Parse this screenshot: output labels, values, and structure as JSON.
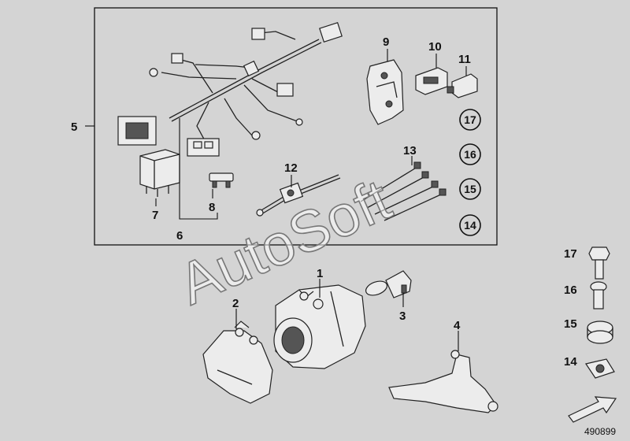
{
  "labels": {
    "p1": "1",
    "p2": "2",
    "p3": "3",
    "p4": "4",
    "p5": "5",
    "p6": "6",
    "p7": "7",
    "p8": "8",
    "p9": "9",
    "p10": "10",
    "p11": "11",
    "p12": "12",
    "p13": "13",
    "p14": "14",
    "p15": "15",
    "p16": "16",
    "p17": "17"
  },
  "legend": {
    "l17": "17",
    "l16": "16",
    "l15": "15",
    "l14": "14"
  },
  "watermark": "AutoSoft",
  "document_number": "490899"
}
